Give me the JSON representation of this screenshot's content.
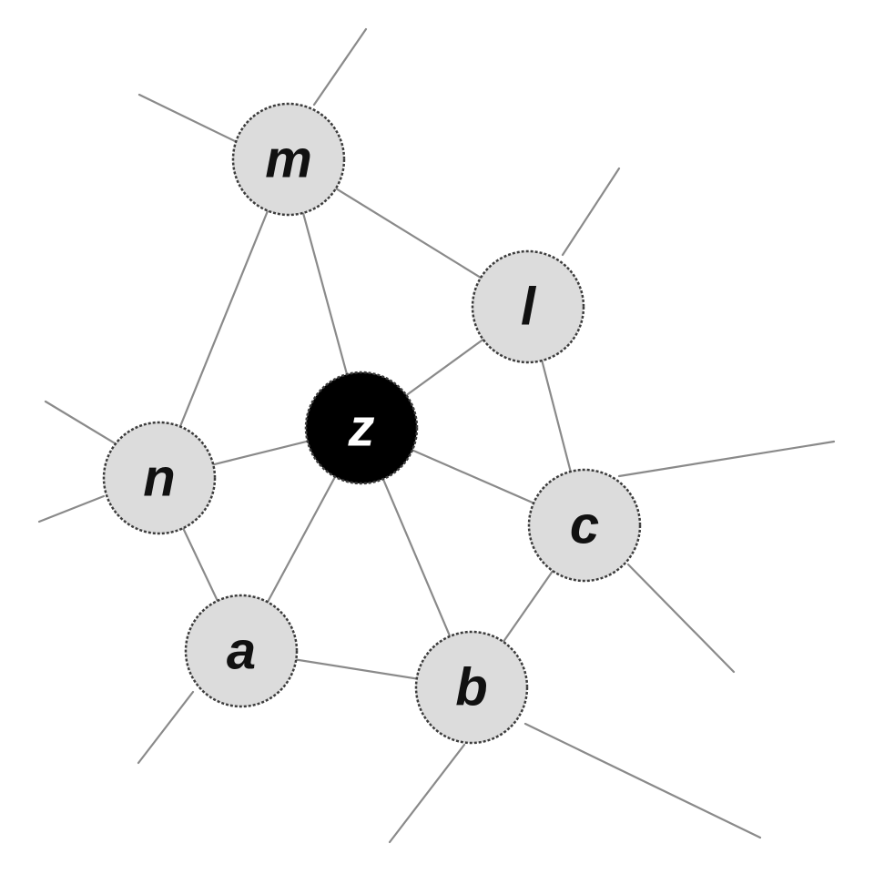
{
  "colors": {
    "node_fill": "#dcdcdc",
    "center_fill": "#000000",
    "node_text": "#111111",
    "center_text": "#ffffff",
    "edge": "#8a8a8a"
  },
  "nodes": [
    {
      "id": "m",
      "label": "m",
      "center": false
    },
    {
      "id": "l",
      "label": "l",
      "center": false
    },
    {
      "id": "z",
      "label": "z",
      "center": true
    },
    {
      "id": "n",
      "label": "n",
      "center": false
    },
    {
      "id": "c",
      "label": "c",
      "center": false
    },
    {
      "id": "a",
      "label": "a",
      "center": false
    },
    {
      "id": "b",
      "label": "b",
      "center": false
    }
  ],
  "edges": [
    [
      "z",
      "m"
    ],
    [
      "z",
      "l"
    ],
    [
      "z",
      "n"
    ],
    [
      "z",
      "c"
    ],
    [
      "z",
      "a"
    ],
    [
      "z",
      "b"
    ],
    [
      "m",
      "l"
    ],
    [
      "m",
      "n"
    ],
    [
      "l",
      "c"
    ],
    [
      "n",
      "a"
    ],
    [
      "a",
      "b"
    ],
    [
      "b",
      "c"
    ]
  ]
}
